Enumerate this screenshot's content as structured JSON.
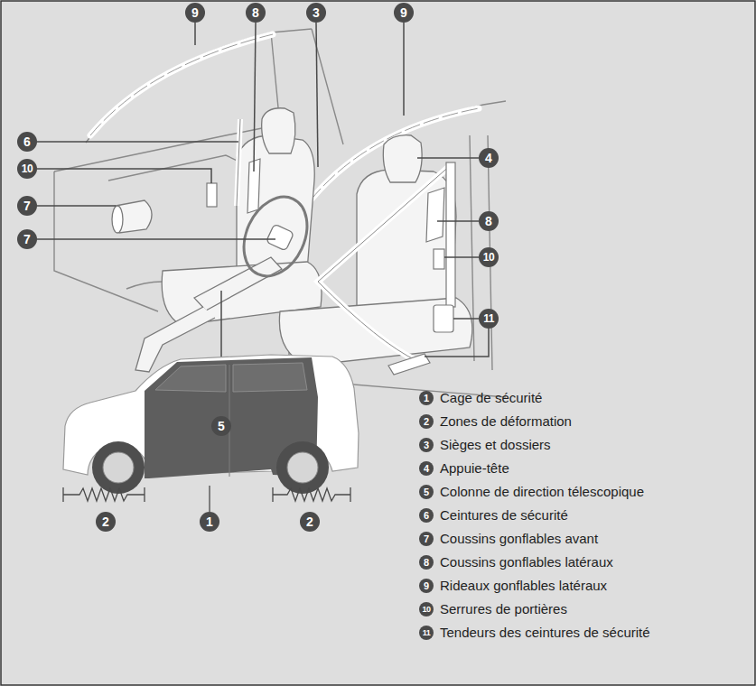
{
  "diagram": {
    "labels": [
      "9",
      "8",
      "3",
      "9",
      "6",
      "4",
      "10",
      "7",
      "8",
      "7",
      "10",
      "11",
      "5",
      "1",
      "2",
      "3",
      "4",
      "5",
      "6",
      "7",
      "8",
      "9",
      "10",
      "11",
      "2",
      "1",
      "2"
    ],
    "legend": [
      {
        "text": "Cage de sécurité"
      },
      {
        "text": "Zones de déformation"
      },
      {
        "text": "Sièges et dossiers"
      },
      {
        "text": "Appuie-tête"
      },
      {
        "text": "Colonne de direction télescopique"
      },
      {
        "text": "Ceintures de sécurité"
      },
      {
        "text": "Coussins gonflables avant"
      },
      {
        "text": "Coussins gonflables latéraux"
      },
      {
        "text": "Rideaux gonflables latéraux"
      },
      {
        "text": "Serrures de portières"
      },
      {
        "text": "Tendeurs des ceintures de sécurité"
      }
    ]
  }
}
